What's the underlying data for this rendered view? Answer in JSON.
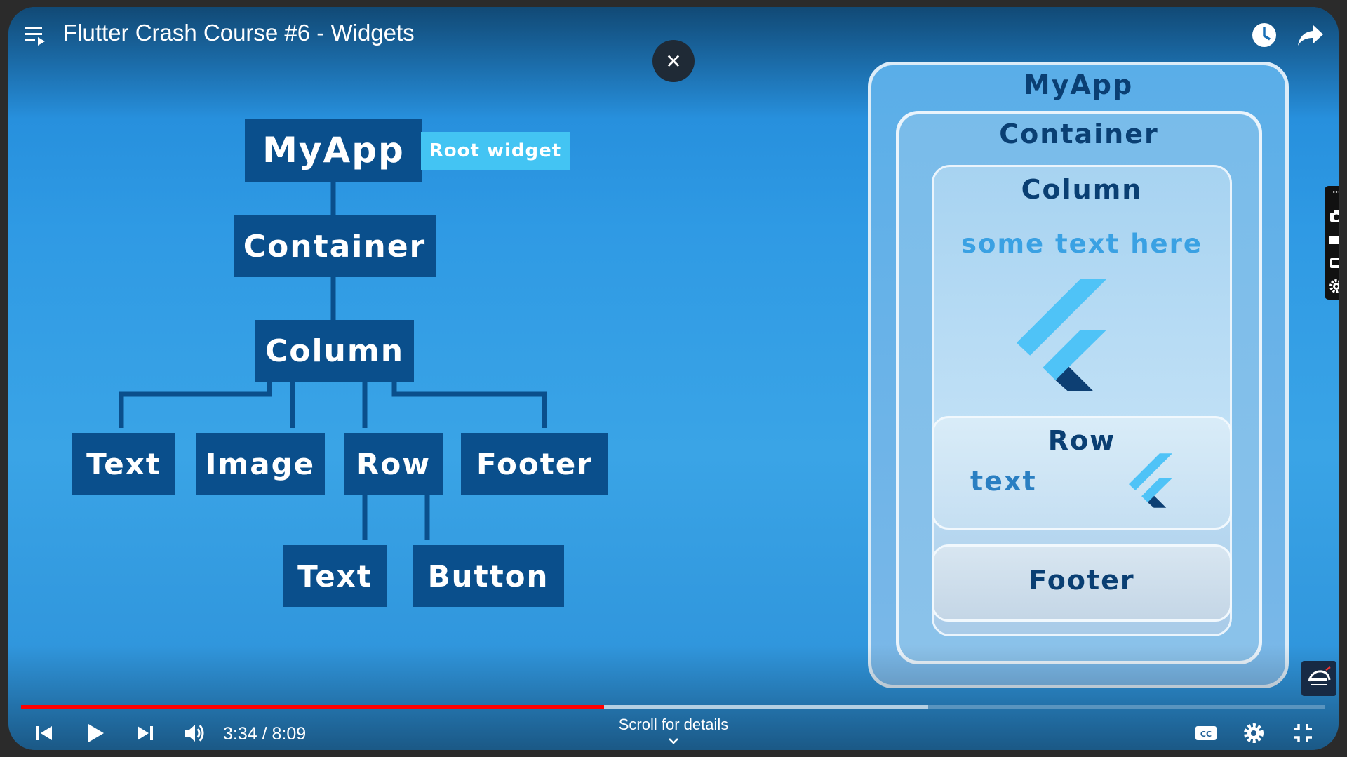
{
  "player": {
    "title": "Flutter Crash Course #6 - Widgets",
    "close_symbol": "✕",
    "time": "3:34 / 8:09",
    "progress_played": 0.447,
    "progress_buffered": 0.696,
    "scroll_hint": "Scroll for details",
    "icons": [
      "playlist-icon",
      "watch-later-icon",
      "share-icon",
      "close-icon",
      "previous-icon",
      "play-icon",
      "next-icon",
      "volume-icon",
      "captions-icon",
      "settings-icon",
      "exit-fullscreen-icon"
    ]
  },
  "tree": {
    "root": "MyApp",
    "root_tag": "Root widget",
    "container": "Container",
    "column": "Column",
    "column_children": [
      "Text",
      "Image",
      "Row",
      "Footer"
    ],
    "row_children": [
      "Text",
      "Button"
    ]
  },
  "mockup": {
    "myapp": "MyApp",
    "container": "Container",
    "column": "Column",
    "column_text": "some text here",
    "row": "Row",
    "row_text": "text",
    "footer": "Footer"
  },
  "colors": {
    "node_bg": "#0a4f8c",
    "tag_bg": "#43c4f3",
    "flutter_light": "#4fc3f7",
    "flutter_dark": "#0d3f73",
    "progress": "#ff0000"
  }
}
